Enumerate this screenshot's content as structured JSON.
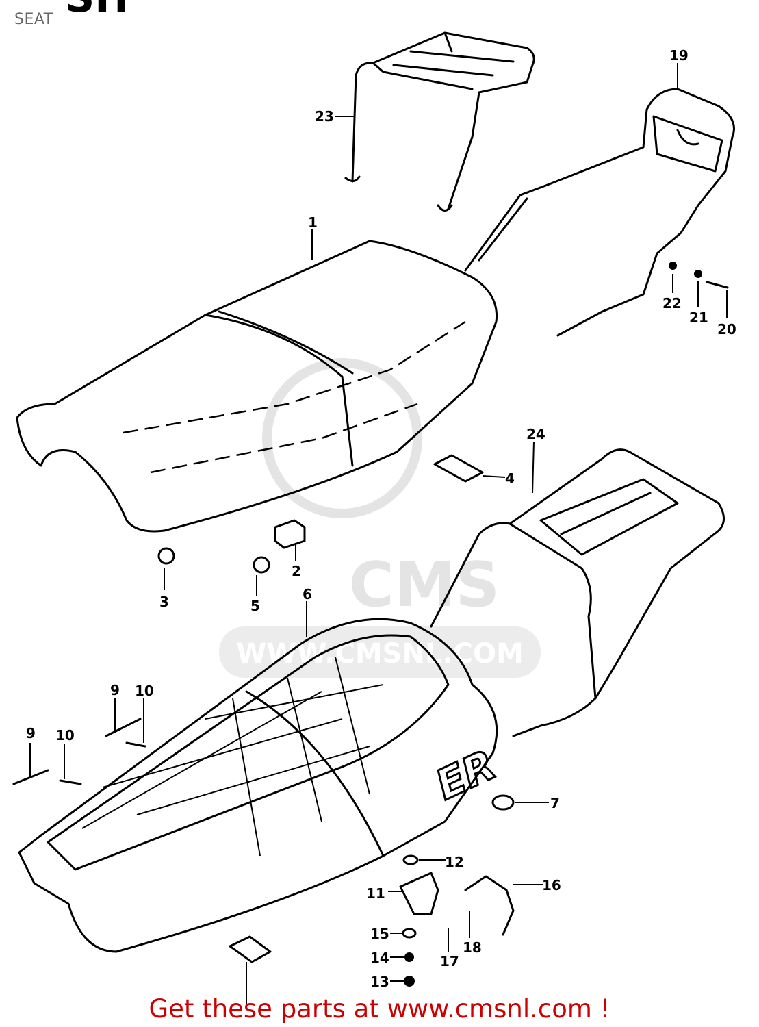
{
  "header": {
    "title": "SEAT",
    "cut_heading": "SH"
  },
  "watermark": {
    "logo": "CMS",
    "url": "WWW.CMSNL.COM"
  },
  "callouts": [
    "19",
    "23",
    "1",
    "22",
    "21",
    "20",
    "24",
    "4",
    "3",
    "5",
    "2",
    "6",
    "9",
    "10",
    "9",
    "10",
    "7",
    "12",
    "16",
    "11",
    "15",
    "14",
    "13",
    "17",
    "18"
  ],
  "emblem": "ER",
  "footer": {
    "text": "Get these parts at www.cmsnl.com !"
  }
}
